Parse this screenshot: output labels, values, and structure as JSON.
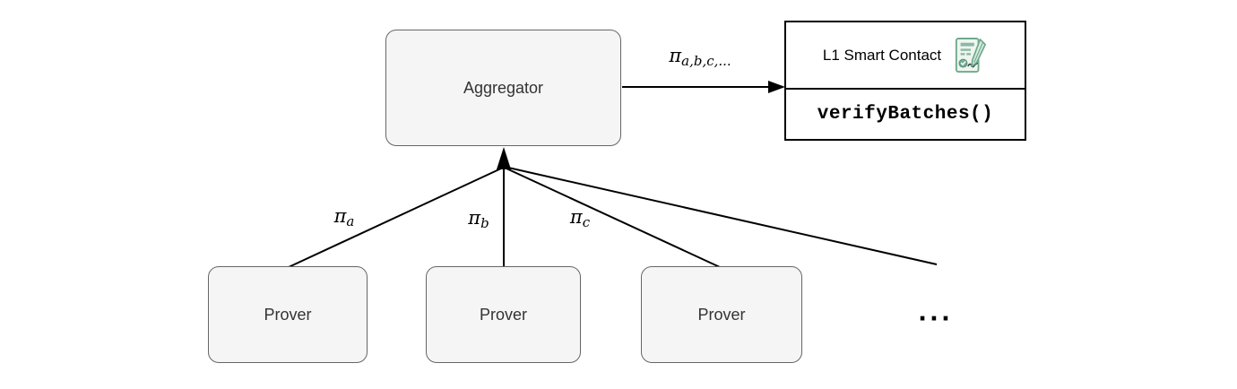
{
  "nodes": {
    "aggregator": {
      "label": "Aggregator"
    },
    "prover_a": {
      "label": "Prover"
    },
    "prover_b": {
      "label": "Prover"
    },
    "prover_c": {
      "label": "Prover"
    },
    "more_provers": {
      "label": "..."
    }
  },
  "contract": {
    "title": "L1 Smart Contact",
    "method": "verifyBatches()",
    "icon": "contract-signature-icon"
  },
  "edges": {
    "aggregator_to_contract": {
      "base": "π",
      "sub": "a,b,c,..."
    },
    "prover_a_to_aggregator": {
      "base": "π",
      "sub": "a"
    },
    "prover_b_to_aggregator": {
      "base": "π",
      "sub": "b"
    },
    "prover_c_to_aggregator": {
      "base": "π",
      "sub": "c"
    }
  },
  "colors": {
    "background": "#ffffff",
    "node_fill": "#f5f5f5",
    "node_border": "#666666",
    "node_text": "#333333",
    "line": "#000000",
    "contract_border": "#000000",
    "icon_green": "#6fa990",
    "icon_fill": "#e6f2e6"
  }
}
